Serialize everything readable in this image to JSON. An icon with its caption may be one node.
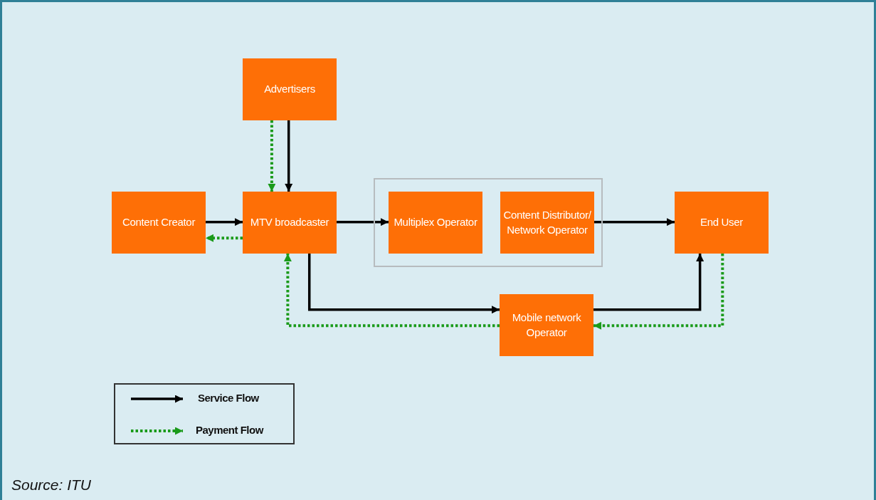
{
  "diagram": {
    "caption": "Source: ITU",
    "nodes": [
      {
        "text": [
          "Advertisers"
        ]
      },
      {
        "text": [
          "Content Creator"
        ]
      },
      {
        "text": [
          "MTV broadcaster"
        ]
      },
      {
        "text": [],
        "shape": "box"
      },
      {
        "text": [
          "Multiplex Operator"
        ],
        "in": 3
      },
      {
        "text": [
          "Content Distributor/ Network Operator"
        ],
        "in": 3
      },
      {
        "text": [
          "End User"
        ]
      },
      {
        "text": [
          "Mobile network Operator"
        ]
      }
    ],
    "edges": [
      {
        "from": 0,
        "to": 2,
        "arrow": "to"
      },
      {
        "from": 0,
        "to": 2,
        "arrow": "to",
        "style": "dashed",
        "color": "#1a9a1a"
      },
      {
        "from": 1,
        "to": 2,
        "arrow": "to"
      },
      {
        "from": 2,
        "to": 1,
        "arrow": "to",
        "style": "dashed",
        "color": "#1a9a1a"
      },
      {
        "from": 2,
        "to": 4,
        "arrow": "to"
      },
      {
        "from": 5,
        "to": 6,
        "arrow": "to"
      },
      {
        "from": 2,
        "to": 7,
        "arrow": "to"
      },
      {
        "from": 7,
        "to": 6,
        "arrow": "to"
      },
      {
        "from": 6,
        "to": 7,
        "arrow": "to",
        "style": "dashed",
        "color": "#1a9a1a"
      },
      {
        "from": 7,
        "to": 2,
        "arrow": "to",
        "style": "dashed",
        "color": "#1a9a1a"
      }
    ],
    "legend": [
      {
        "text": "Service Flow"
      },
      {
        "text": "Payment Flow"
      }
    ]
  }
}
